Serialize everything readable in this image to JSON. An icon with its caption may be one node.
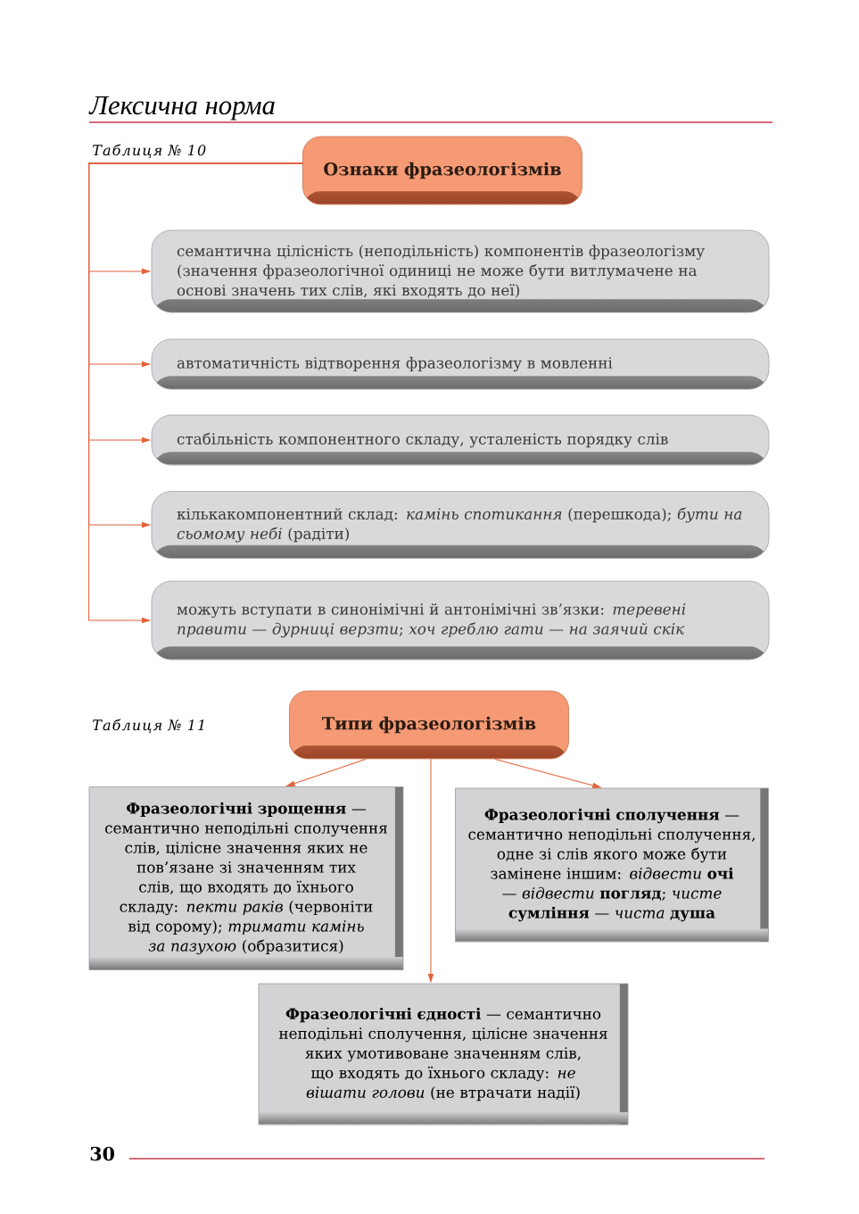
{
  "diagram": {
    "title": "Лексична норма",
    "nodes": [
      {
        "text": [
          "Ознаки фразеологізмів"
        ]
      },
      {
        "text": [
          "семантична цілісність (неподільність) компонентів фразеологізму (значення фразеологічної одиниці не може бути витлумачене на основі значень тих слів, які входять до неї)"
        ]
      },
      {
        "text": [
          "автоматичність відтворення фразеологізму в мовленні"
        ]
      },
      {
        "text": [
          "стабільність компонентного складу, усталеність порядку слів"
        ]
      },
      {
        "text": [
          "кількакомпонентний склад: *камінь спотикання* (перешкода); *бути на сьомому небі* (радіти)"
        ]
      },
      {
        "text": [
          "можуть вступати в синонімічні й антонімічні зв’язки: *теревені правити — дурниці верзти*; *хоч греблю гати — на заячий скік*"
        ]
      },
      {
        "text": [
          "Типи фразеологізмів"
        ]
      },
      {
        "text": [
          "**Фразеологічні зрощення** — семантично неподільні сполучення слів, цілісне значення яких не пов’язане зі значенням тих слів, що входять до їхнього складу: *пекти раків* (червоніти від сорому); *тримати камінь за пазухою* (образитися)"
        ]
      },
      {
        "text": [
          "**Фразеологічні сполучення** — семантично неподільні сполучення, одне зі слів якого може бути замінене іншим: *відвести* **очі** *— відвести* **погляд**; *чисте* **сумління** *— чиста* **душа**"
        ]
      },
      {
        "text": [
          "**Фразеологічні єдності** — семантично неподільні сполучення, цілісне значення яких умотивоване значенням слів, що входять до їхнього складу: *не вішати голови* (не втрачати надії)"
        ]
      }
    ],
    "edges": [
      {
        "from": 0,
        "to": 1,
        "arrow": "to"
      },
      {
        "from": 0,
        "to": 2,
        "arrow": "to"
      },
      {
        "from": 0,
        "to": 3,
        "arrow": "to"
      },
      {
        "from": 0,
        "to": 4,
        "arrow": "to"
      },
      {
        "from": 0,
        "to": 5,
        "arrow": "to"
      },
      {
        "from": 6,
        "to": 7,
        "arrow": "to"
      },
      {
        "from": 6,
        "to": 8,
        "arrow": "to"
      },
      {
        "from": 6,
        "to": 9,
        "arrow": "to"
      }
    ],
    "labels": [
      "Таблиця № 10",
      "Таблиця № 11",
      "30"
    ]
  }
}
